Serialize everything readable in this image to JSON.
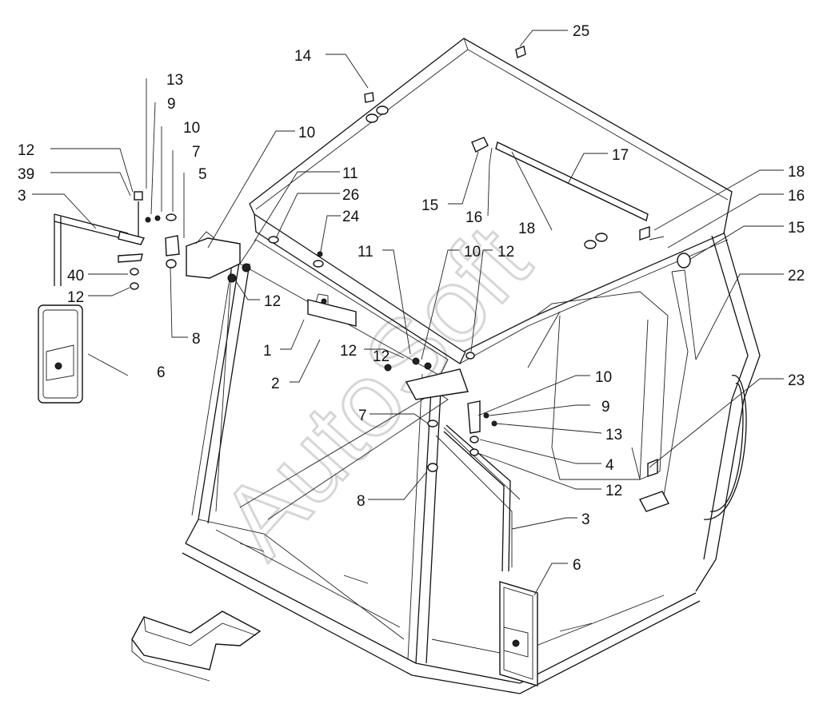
{
  "diagram": {
    "watermark": "AutoSoft",
    "callouts": [
      "25",
      "14",
      "13",
      "9",
      "10",
      "12",
      "7",
      "39",
      "5",
      "3",
      "40",
      "12",
      "8",
      "6",
      "10",
      "11",
      "26",
      "24",
      "11",
      "10",
      "12",
      "1",
      "2",
      "12",
      "7",
      "8",
      "17",
      "18",
      "15",
      "16",
      "18",
      "16",
      "15",
      "22",
      "10",
      "9",
      "13",
      "4",
      "12",
      "3",
      "23",
      "6",
      "12",
      "12"
    ]
  }
}
